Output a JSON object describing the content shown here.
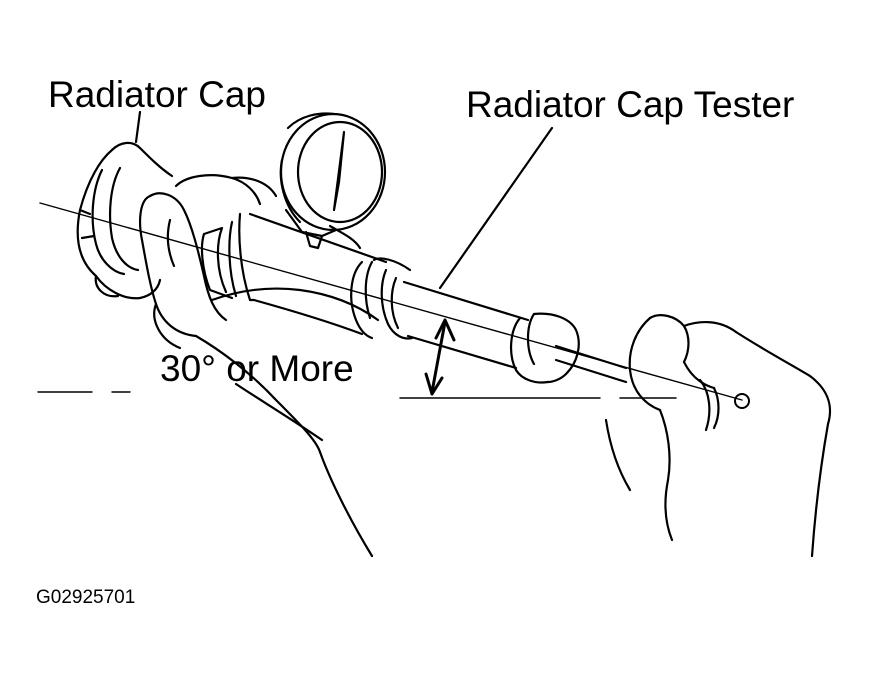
{
  "labels": {
    "radiator_cap": "Radiator Cap",
    "radiator_cap_tester": "Radiator Cap Tester",
    "angle": "30° or More",
    "figure_code": "G02925701"
  },
  "colors": {
    "ink": "#000000",
    "background": "#ffffff"
  }
}
